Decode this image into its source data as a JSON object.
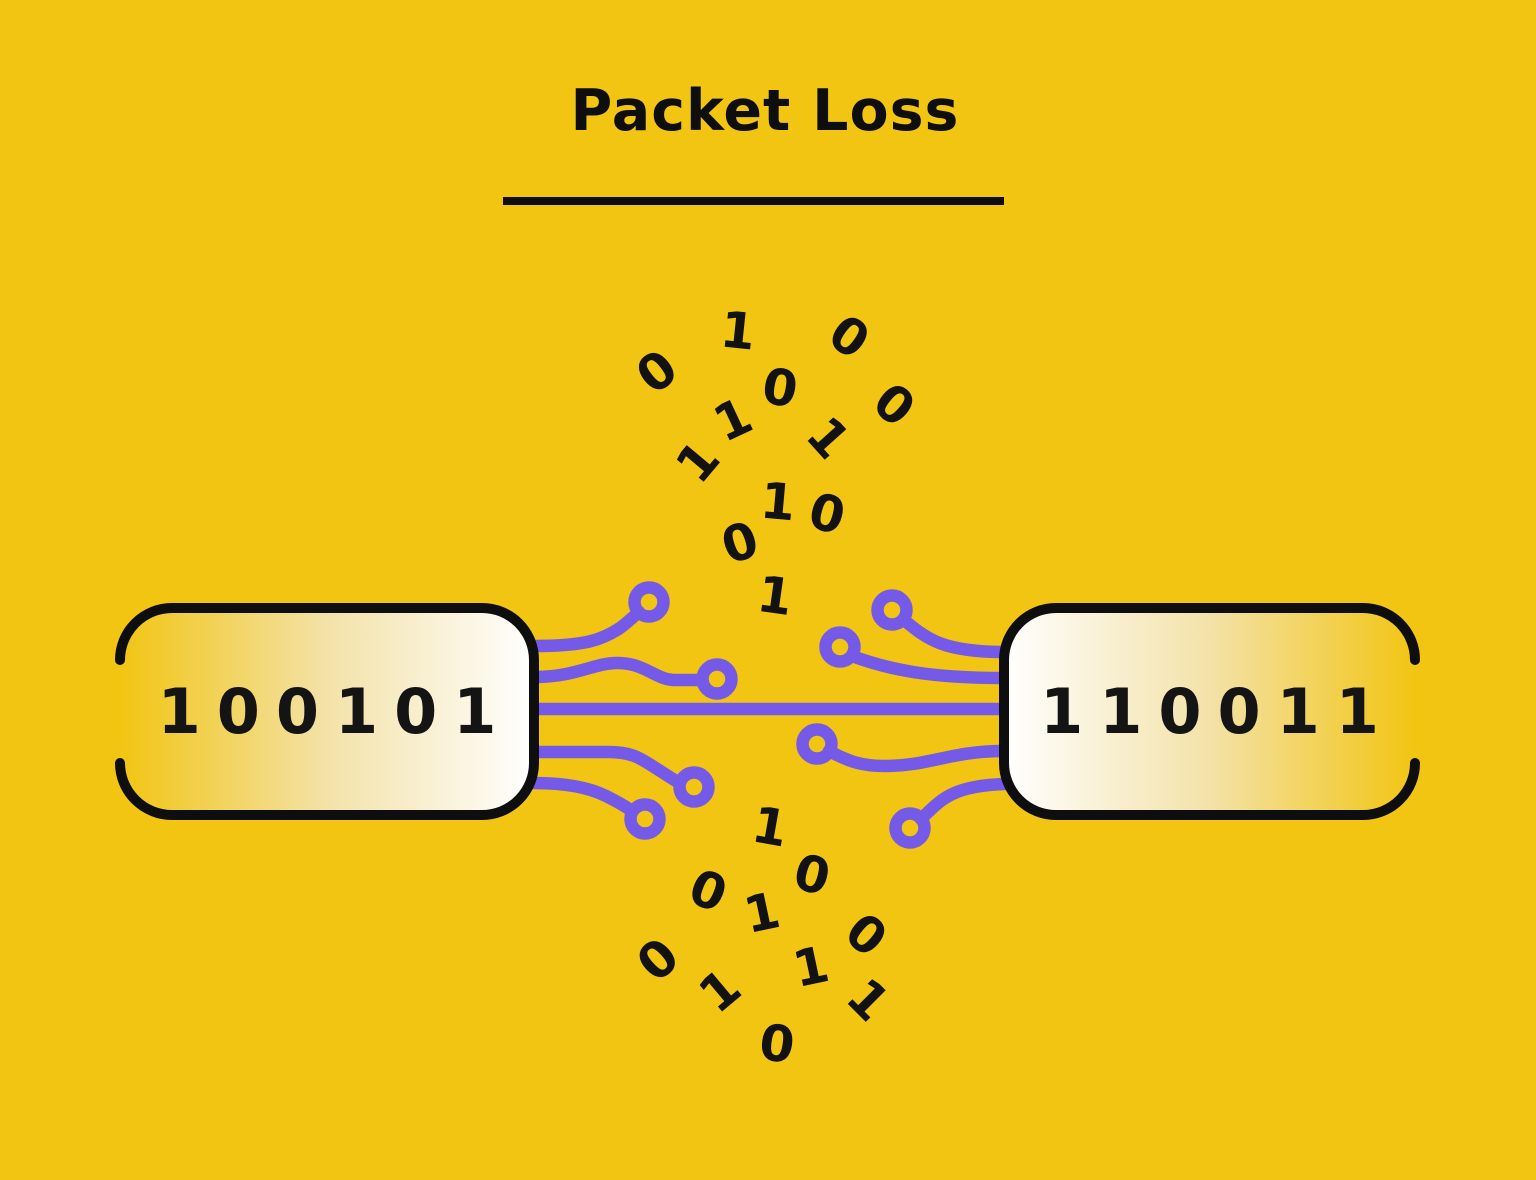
{
  "title": {
    "text": "Packet Loss"
  },
  "packets": {
    "left": {
      "value": "100101"
    },
    "right": {
      "value": "110011"
    }
  },
  "scatter": {
    "top": [
      "1",
      "0",
      "0",
      "0",
      "0",
      "1",
      "1",
      "1",
      "1",
      "0",
      "0",
      "1"
    ],
    "bottom": [
      "1",
      "0",
      "0",
      "1",
      "0",
      "1",
      "0",
      "1",
      "1",
      "0"
    ]
  },
  "colors": {
    "background": "#F2C512",
    "trace_purple": "#755AE8",
    "ink": "#0E0E0E",
    "panel_white": "#FFFFFF"
  },
  "icons": {
    "circuit_node_icon": "ring",
    "circuit_trace": "curved-line"
  }
}
